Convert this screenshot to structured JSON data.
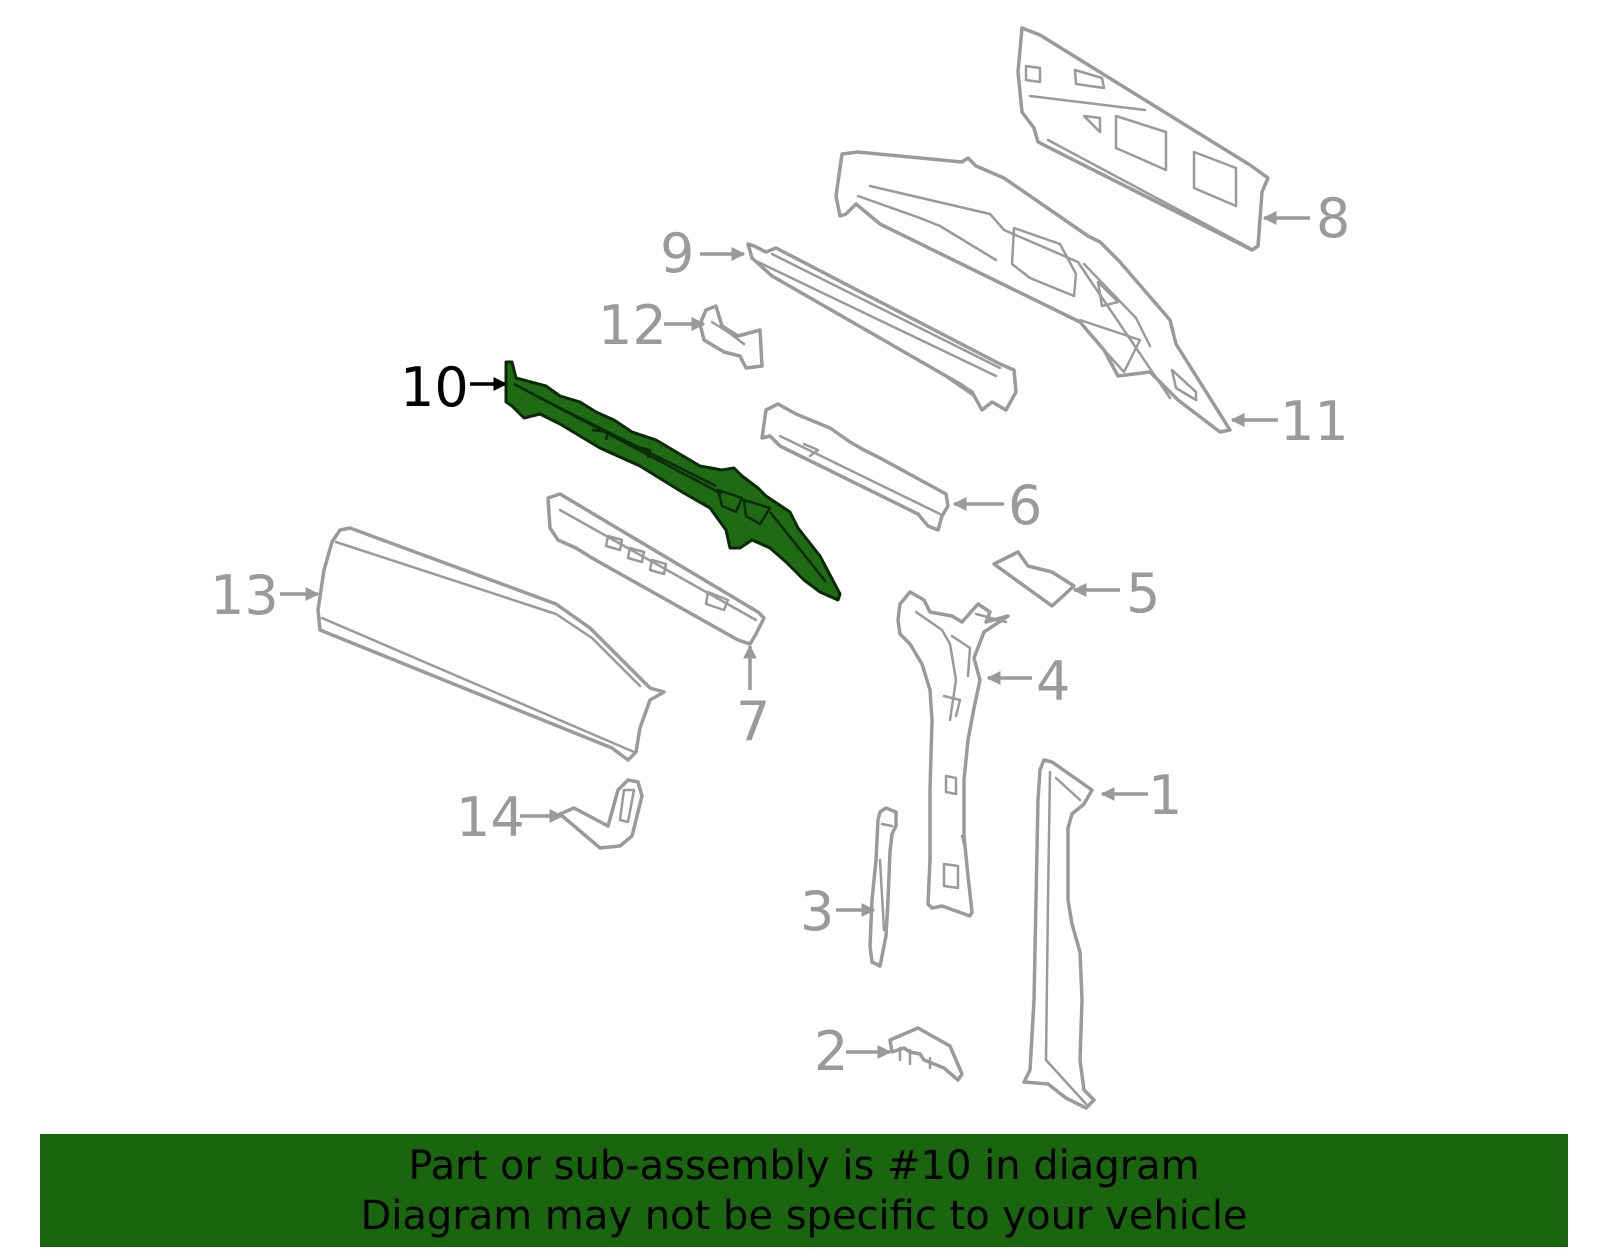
{
  "diagram": {
    "highlighted_part": "10",
    "colors": {
      "highlight_fill": "#1f6b14",
      "part_outline": "#9a9a9a",
      "banner_background": "#1a660e",
      "highlight_label": "#000000"
    },
    "callouts": [
      {
        "id": "1",
        "label": "1"
      },
      {
        "id": "2",
        "label": "2"
      },
      {
        "id": "3",
        "label": "3"
      },
      {
        "id": "4",
        "label": "4"
      },
      {
        "id": "5",
        "label": "5"
      },
      {
        "id": "6",
        "label": "6"
      },
      {
        "id": "7",
        "label": "7"
      },
      {
        "id": "8",
        "label": "8"
      },
      {
        "id": "9",
        "label": "9"
      },
      {
        "id": "10",
        "label": "10"
      },
      {
        "id": "11",
        "label": "11"
      },
      {
        "id": "12",
        "label": "12"
      },
      {
        "id": "13",
        "label": "13"
      },
      {
        "id": "14",
        "label": "14"
      }
    ]
  },
  "banner": {
    "line1": "Part or sub-assembly is #10 in diagram",
    "line2": "Diagram may not be specific to your vehicle"
  }
}
